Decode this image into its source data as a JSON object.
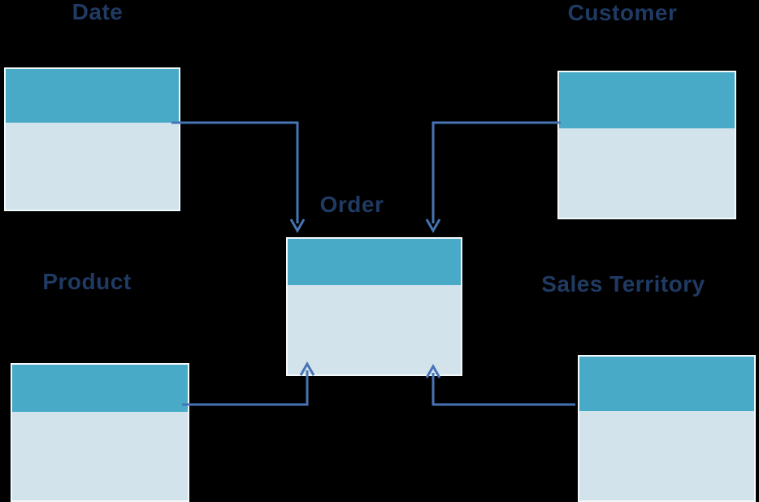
{
  "diagram": {
    "type": "star-schema",
    "fact_table": "Order",
    "dimension_tables": [
      "Date",
      "Customer",
      "Product",
      "Sales Territory"
    ]
  },
  "entities": {
    "date": {
      "label": "Date"
    },
    "customer": {
      "label": "Customer"
    },
    "order": {
      "label": "Order"
    },
    "product": {
      "label": "Product"
    },
    "territory": {
      "label": "Sales Territory"
    }
  },
  "connections": [
    {
      "from": "Date",
      "to": "Order",
      "arrow": "into-top-left"
    },
    {
      "from": "Customer",
      "to": "Order",
      "arrow": "into-top-right"
    },
    {
      "from": "Product",
      "to": "Order",
      "arrow": "into-bottom-left"
    },
    {
      "from": "Sales Territory",
      "to": "Order",
      "arrow": "into-bottom-right"
    }
  ],
  "colors": {
    "background": "#000000",
    "header": "#48aac6",
    "body": "#d2e3ec",
    "border": "#f4f9fc",
    "connector": "#4674b4",
    "label": "#1f3a63"
  }
}
